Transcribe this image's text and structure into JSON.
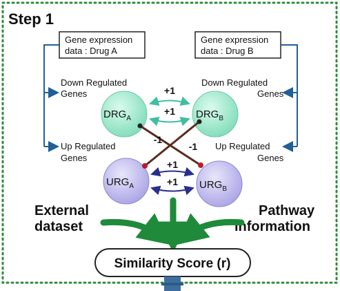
{
  "step_title": "Step 1",
  "drug_a_box": {
    "line1": "Gene expression",
    "line2": "data : Drug A"
  },
  "drug_b_box": {
    "line1": "Gene expression",
    "line2": "data : Drug B"
  },
  "left_down": {
    "line1": "Down Regulated",
    "line2": "Genes"
  },
  "left_up": {
    "line1": "Up Regulated",
    "line2": "Genes"
  },
  "right_down": {
    "line1": "Down Regulated",
    "line2": "Genes"
  },
  "right_up": {
    "line1": "Up Regulated",
    "line2": "Genes"
  },
  "nodes": {
    "drg_a": {
      "main": "DRG",
      "sub": "A"
    },
    "drg_b": {
      "main": "DRG",
      "sub": "B"
    },
    "urg_a": {
      "main": "URG",
      "sub": "A"
    },
    "urg_b": {
      "main": "URG",
      "sub": "B"
    }
  },
  "edges": {
    "drg_top": "+1",
    "drg_bottom": "+1",
    "urg_top": "+1",
    "urg_bottom": "+1",
    "cross_left": "-1",
    "cross_right": "-1"
  },
  "external": {
    "line1": "External",
    "line2": "dataset"
  },
  "pathway": {
    "line1": "Pathway",
    "line2": "information"
  },
  "result_label": "Similarity Score (r)",
  "colors": {
    "frame_dotted": "#2e8b3a",
    "flow_blue": "#1f5f9a",
    "green_arrow": "#1f8a3a",
    "drg_fill": "#8fe3c3",
    "urg_fill": "#b7b2ea",
    "teal_line": "#3fbfa0",
    "navy_line": "#2a2f8c",
    "red_dot": "#c0182a",
    "cross_line": "#5a2a1e"
  }
}
